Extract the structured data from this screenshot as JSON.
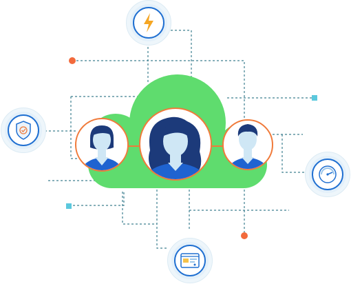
{
  "colors": {
    "cloud": "#5fdc6e",
    "accent_orange": "#f07a3a",
    "dot_orange": "#f26a3c",
    "dot_teal": "#5bc8dd",
    "dash_line": "#3d7f8f",
    "avatar_dark_hair": "#1c3a7a",
    "avatar_skin": "#cfe7f5",
    "avatar_shirt": "#1f63d0",
    "icon_blue": "#1f6fd1",
    "bolt": "#f5a623"
  },
  "icons": {
    "top": "lightning-bolt-icon",
    "left": "shield-check-icon",
    "right": "speedometer-icon",
    "bottom": "dashboard-window-icon"
  },
  "avatars": [
    "woman-short-hair-avatar",
    "woman-long-hair-avatar",
    "man-avatar"
  ]
}
